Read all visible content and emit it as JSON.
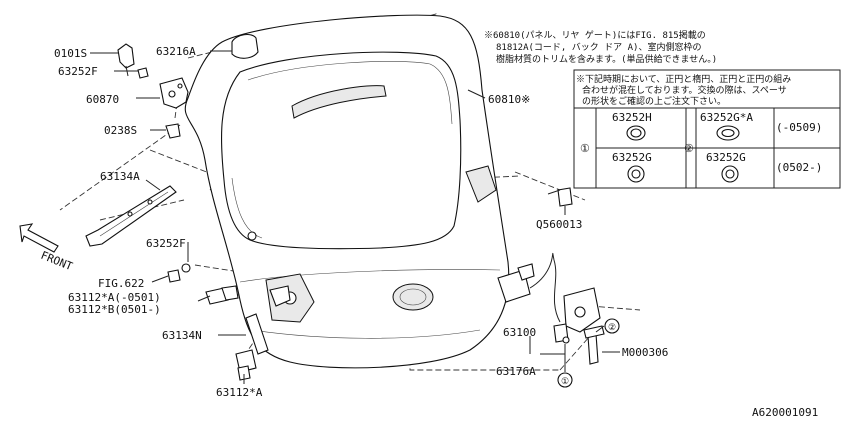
{
  "diagram": {
    "note_lines": [
      "※60810(パネル、リヤ ゲート)にはFIG. 815掲載の",
      "81812A(コード, バック ドア A)、室内側窓枠の",
      "樹脂材質のトリムを含みます。(単品供給できません。)"
    ],
    "table": {
      "header_lines": [
        "※下記時期において、正円と楕円、正円と正円の組み",
        "合わせが混在しております。交換の際は、スペーサ",
        "の形状をご確認の上ご注文下さい。"
      ],
      "row_marks": [
        "①",
        "②"
      ],
      "cells": [
        {
          "part": "63252H",
          "shape": "oval"
        },
        {
          "part": "63252G*A",
          "shape": "oval"
        },
        {
          "part": "63252G",
          "shape": "round"
        },
        {
          "part": "63252G",
          "shape": "round"
        }
      ],
      "periods": [
        "(-0509)",
        "(0502-)"
      ]
    },
    "labels": {
      "p0101S": "0101S",
      "p63252F_top": "63252F",
      "p60870": "60870",
      "p0238S": "0238S",
      "p63216A": "63216A",
      "p60810": "60810※",
      "p63134A": "63134A",
      "p63252F_mid": "63252F",
      "fig622": "FIG.622",
      "p63112A": "63112*A(-0501)",
      "p63112B": "63112*B(0501-)",
      "p63134N": "63134N",
      "p63112A_bottom": "63112*A",
      "q560013": "Q560013",
      "p63100": "63100",
      "p63176A": "63176A",
      "m000306": "M000306",
      "front": "FRONT",
      "circle1": "①",
      "circle2": "②"
    },
    "drawing_id": "A620001091"
  }
}
